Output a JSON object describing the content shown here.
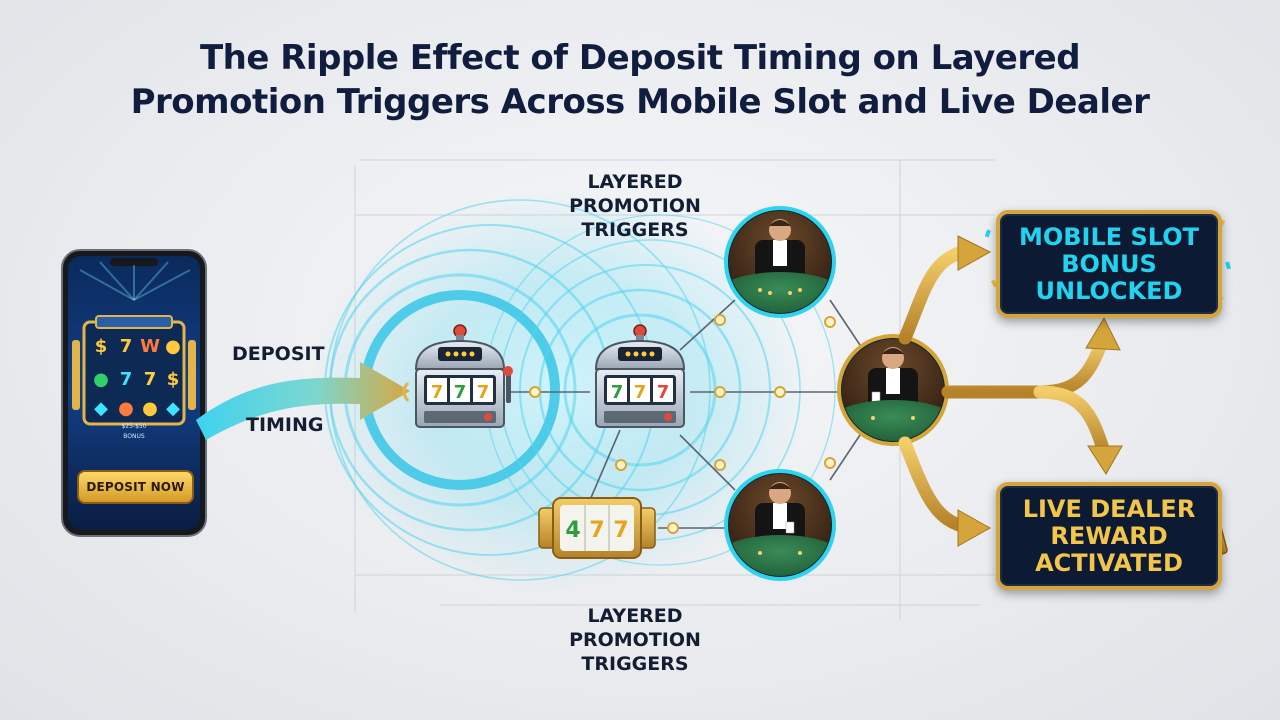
{
  "title": {
    "line1": "The Ripple Effect of Deposit Timing on Layered",
    "line2": "Promotion Triggers Across Mobile Slot and Live Dealer"
  },
  "labels": {
    "deposit": "DEPOSIT",
    "timing": "TIMING",
    "layered_top": [
      "LAYERED",
      "PROMOTION",
      "TRIGGERS"
    ],
    "layered_bottom": [
      "LAYERED",
      "PROMOTION",
      "TRIGGERS"
    ]
  },
  "phone": {
    "button_label": "DEPOSIT NOW",
    "small_tag": "$25-$50 BONUS"
  },
  "outcomes": {
    "mobile_slot": [
      "MOBILE SLOT",
      "BONUS",
      "UNLOCKED"
    ],
    "live_dealer": [
      "LIVE DEALER",
      "REWARD",
      "ACTIVATED"
    ]
  },
  "colors": {
    "title": "#101d3f",
    "cyan_accent": "#22d3f0",
    "gold_accent": "#d4a53a",
    "card_bg": "#0d1a33"
  },
  "icons": [
    "smartphone-icon",
    "slot-machine-icon",
    "reel-icon",
    "live-dealer-icon",
    "arrow-icon",
    "confetti-icon"
  ]
}
